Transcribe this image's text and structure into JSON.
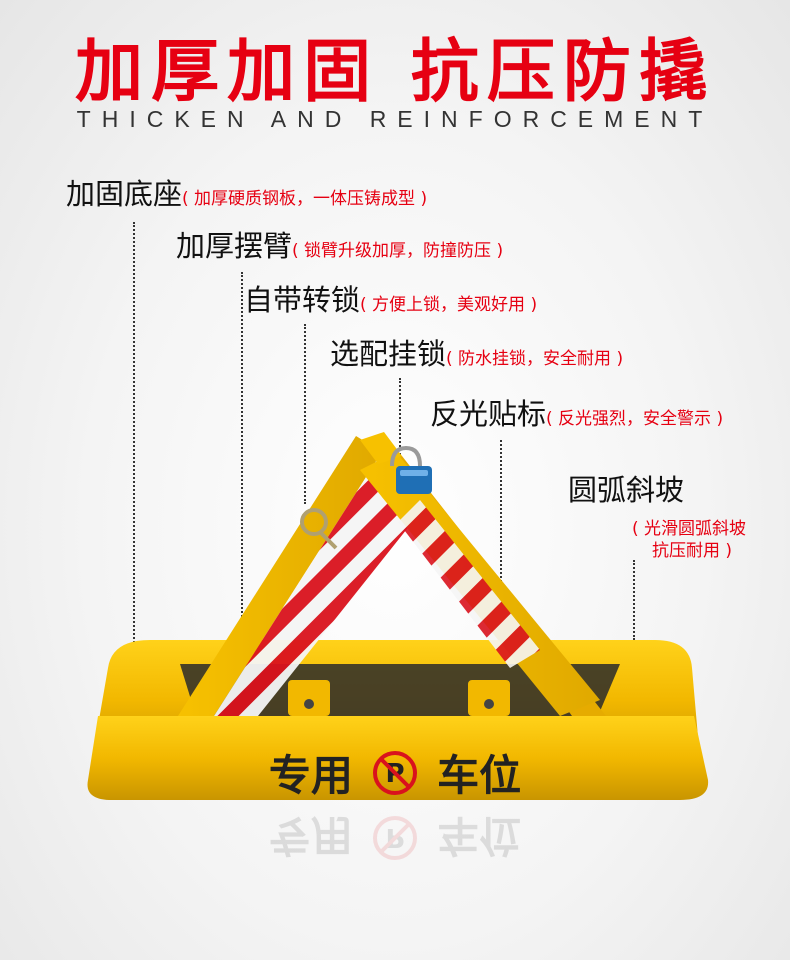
{
  "headline": "加厚加固 抗压防撬",
  "subheadline": "THICKEN AND REINFORCEMENT",
  "features": [
    {
      "name": "加固底座",
      "note": "( 加厚硬质钢板，一体压铸成型 )"
    },
    {
      "name": "加厚摆臂",
      "note": "( 锁臂升级加厚，防撞防压 )"
    },
    {
      "name": "自带转锁",
      "note": "( 方便上锁，美观好用 )"
    },
    {
      "name": "选配挂锁",
      "note": "( 防水挂锁，安全耐用 )"
    },
    {
      "name": "反光贴标",
      "note": "( 反光强烈，安全警示 )"
    },
    {
      "name": "圆弧斜坡",
      "note_line1": "( 光滑圆弧斜坡",
      "note_line2": "抗压耐用 )"
    }
  ],
  "sign": {
    "left": "专用",
    "right": "车位",
    "icon": "no-parking-icon"
  },
  "colors": {
    "headline": "#e60012",
    "base": "#f2b800",
    "reflector_red": "#d9121d",
    "reflector_white": "#f5f5f5"
  }
}
